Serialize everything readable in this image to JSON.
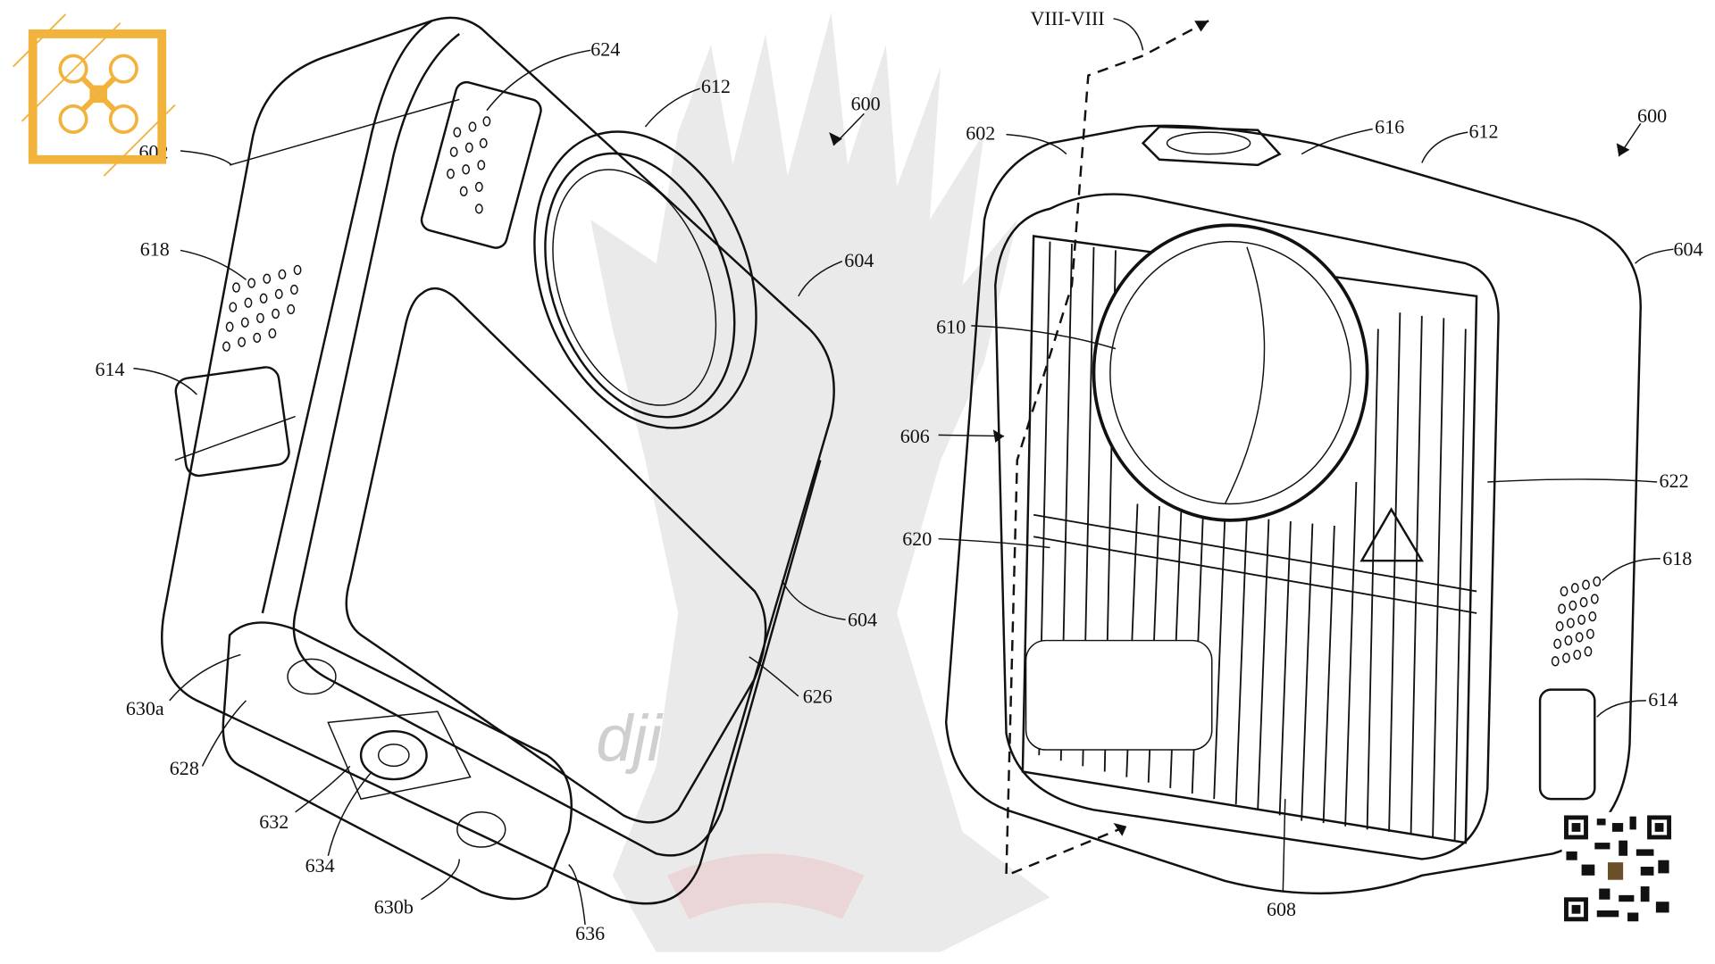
{
  "figure": {
    "section_label": "VIII-VIII",
    "left_view": {
      "labels": [
        "624",
        "612",
        "600",
        "602",
        "618",
        "614",
        "604",
        "604",
        "626",
        "630a",
        "628",
        "632",
        "634",
        "630b",
        "636"
      ]
    },
    "right_view": {
      "labels": [
        "602",
        "616",
        "612",
        "600",
        "604",
        "610",
        "606",
        "622",
        "620",
        "618",
        "614",
        "608"
      ]
    }
  },
  "overlays": {
    "logo_icon": "drone-logo-icon",
    "qr_icon": "qr-code-icon",
    "logo_color": "#F2B33D",
    "watermark_text": "dji"
  }
}
